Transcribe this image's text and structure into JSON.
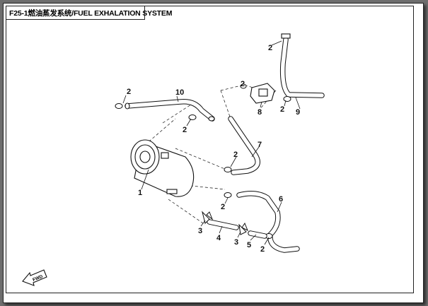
{
  "title": "F25-1燃油蒸发系统/FUEL EXHALATION  SYSTEM",
  "callouts": {
    "c1": "1",
    "c2a": "2",
    "c2b": "2",
    "c2c": "2",
    "c2d": "2",
    "c2e": "2",
    "c2f": "2",
    "c2g": "2",
    "c2h": "2",
    "c3a": "3",
    "c3b": "3",
    "c4": "4",
    "c5": "5",
    "c6": "6",
    "c7": "7",
    "c8": "8",
    "c9": "9",
    "c10": "10"
  },
  "direction_arrow_label": "FWD"
}
